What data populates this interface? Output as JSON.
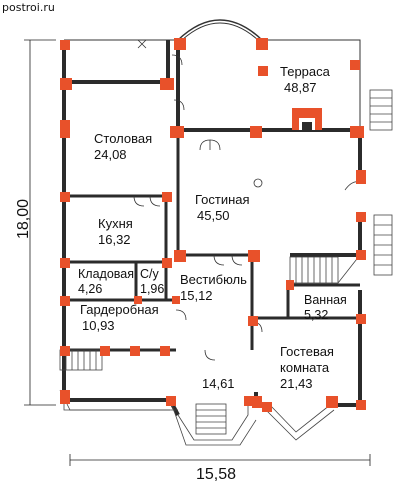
{
  "site": "postroi.ru",
  "dimensions": {
    "width": "15,58",
    "height": "18,00"
  },
  "rooms": [
    {
      "name": "Терраса",
      "area": "48,87"
    },
    {
      "name": "Столовая",
      "area": "24,08"
    },
    {
      "name": "Гостиная",
      "area": "45,50"
    },
    {
      "name": "Кухня",
      "area": "16,32"
    },
    {
      "name": "Кладовая",
      "area": "4,26"
    },
    {
      "name": "С/у",
      "area": "1,96"
    },
    {
      "name": "Вестибюль",
      "area": "15,12"
    },
    {
      "name": "Ванная",
      "area": "5,32"
    },
    {
      "name": "Гардеробная",
      "area": "10,93"
    },
    {
      "name": "Гостевая",
      "name2": "комната",
      "area": "21,43"
    },
    {
      "name": "",
      "area": "14,61"
    }
  ],
  "colors": {
    "wall": "#2b2b2b",
    "pillar": "#e8512a",
    "line": "#333333"
  }
}
